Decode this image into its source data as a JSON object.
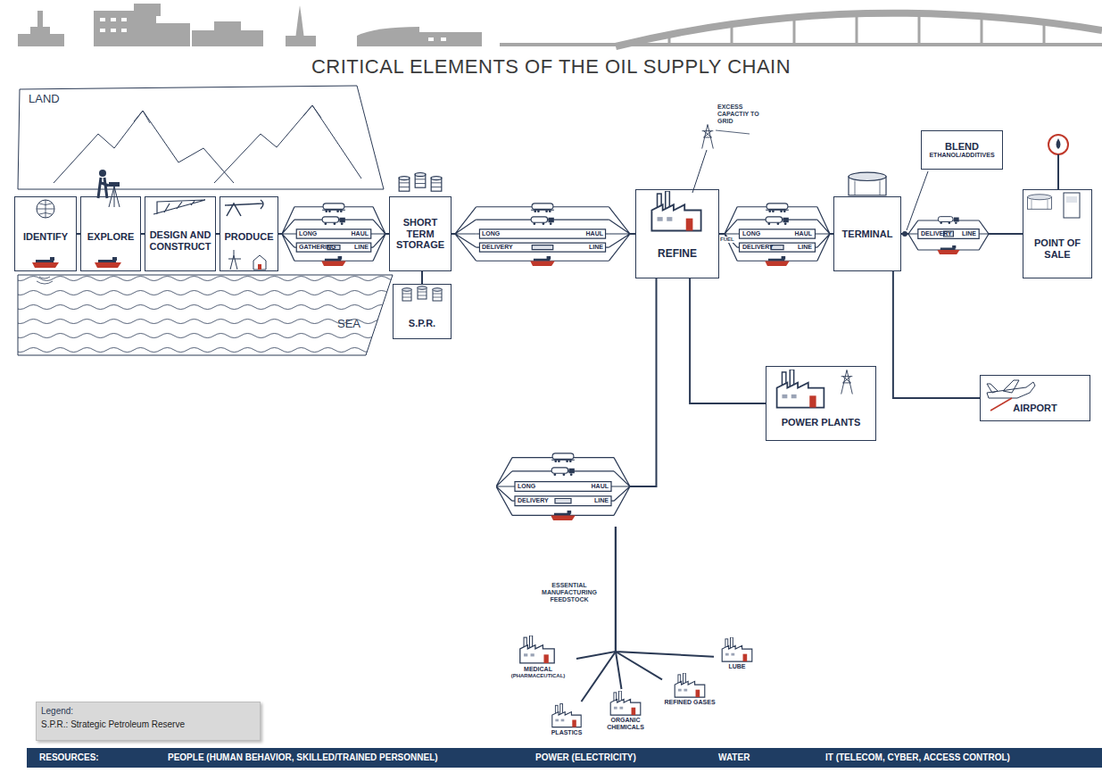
{
  "diagram": {
    "title": "CRITICAL ELEMENTS OF THE OIL SUPPLY CHAIN",
    "nodes": [
      {
        "text": [
          "IDENTIFY"
        ]
      },
      {
        "text": [
          "EXPLORE"
        ]
      },
      {
        "text": [
          "DESIGN AND CONSTRUCT"
        ]
      },
      {
        "text": [
          "PRODUCE"
        ]
      },
      {
        "text": [
          "LONG",
          "HAUL",
          "GATHERING",
          "LINE"
        ]
      },
      {
        "text": [
          "SHORT TERM STORAGE"
        ]
      },
      {
        "text": [
          "S.P.R."
        ]
      },
      {
        "text": [
          "LONG",
          "HAUL",
          "DELIVERY",
          "LINE"
        ]
      },
      {
        "text": [
          "REFINE"
        ]
      },
      {
        "text": [
          "LONG",
          "HAUL",
          "DELIVERY",
          "LINE"
        ]
      },
      {
        "text": [
          "TERMINAL"
        ]
      },
      {
        "text": [
          "BLEND",
          "ETHANOL/ADDITIVES"
        ]
      },
      {
        "text": [
          "DELIVERY",
          "LINE"
        ]
      },
      {
        "text": [
          "POINT OF SALE"
        ]
      },
      {
        "text": [
          "AIRPORT"
        ]
      },
      {
        "text": [
          "POWER PLANTS"
        ]
      },
      {
        "text": [
          "LONG",
          "HAUL",
          "DELIVERY",
          "LINE"
        ]
      },
      {
        "text": [
          "MEDICAL",
          "(PHARMACEUTICAL)"
        ]
      },
      {
        "text": [
          "PLASTICS"
        ]
      },
      {
        "text": [
          "ORGANIC CHEMICALS"
        ]
      },
      {
        "text": [
          "REFINED GASES"
        ]
      },
      {
        "text": [
          "LUBE"
        ]
      },
      {
        "text": [
          "RESOURCES:",
          "PEOPLE (HUMAN BEHAVIOR, SKILLED/TRAINED PERSONNEL)",
          "POWER (ELECTRICITY)",
          "WATER",
          "IT (TELECOM, CYBER, ACCESS CONTROL)"
        ]
      }
    ],
    "edges": [
      {
        "from": 0,
        "to": 1,
        "arrow": "none"
      },
      {
        "from": 1,
        "to": 2,
        "arrow": "none"
      },
      {
        "from": 2,
        "to": 3,
        "arrow": "none"
      },
      {
        "from": 3,
        "to": 4,
        "arrow": "none"
      },
      {
        "from": 4,
        "to": 5,
        "arrow": "none"
      },
      {
        "from": 5,
        "to": 6,
        "arrow": "none"
      },
      {
        "from": 5,
        "to": 7,
        "arrow": "none"
      },
      {
        "from": 7,
        "to": 8,
        "arrow": "none"
      },
      {
        "from": 8,
        "to": 9,
        "arrow": "none"
      },
      {
        "from": 9,
        "to": 10,
        "arrow": "none"
      },
      {
        "from": 10,
        "to": 12,
        "arrow": "none"
      },
      {
        "from": 12,
        "to": 13,
        "arrow": "none"
      },
      {
        "from": 10,
        "to": 14,
        "arrow": "none"
      },
      {
        "from": 8,
        "to": 15,
        "arrow": "none"
      },
      {
        "from": 8,
        "to": 16,
        "arrow": "none"
      },
      {
        "from": 16,
        "to": 17,
        "arrow": "none"
      },
      {
        "from": 16,
        "to": 18,
        "arrow": "none"
      },
      {
        "from": 16,
        "to": 19,
        "arrow": "none"
      },
      {
        "from": 16,
        "to": 20,
        "arrow": "none"
      },
      {
        "from": 16,
        "to": 21,
        "arrow": "none"
      }
    ],
    "labels": [
      "LAND",
      "SEA",
      "EXCESS CAPACTIY TO GRID",
      "FUEL",
      "ESSENTIAL MANUFACTURING FEEDSTOCK",
      "Legend:"
    ],
    "legend": [
      {
        "text": "S.P.R.: Strategic Petroleum Reserve"
      }
    ]
  }
}
